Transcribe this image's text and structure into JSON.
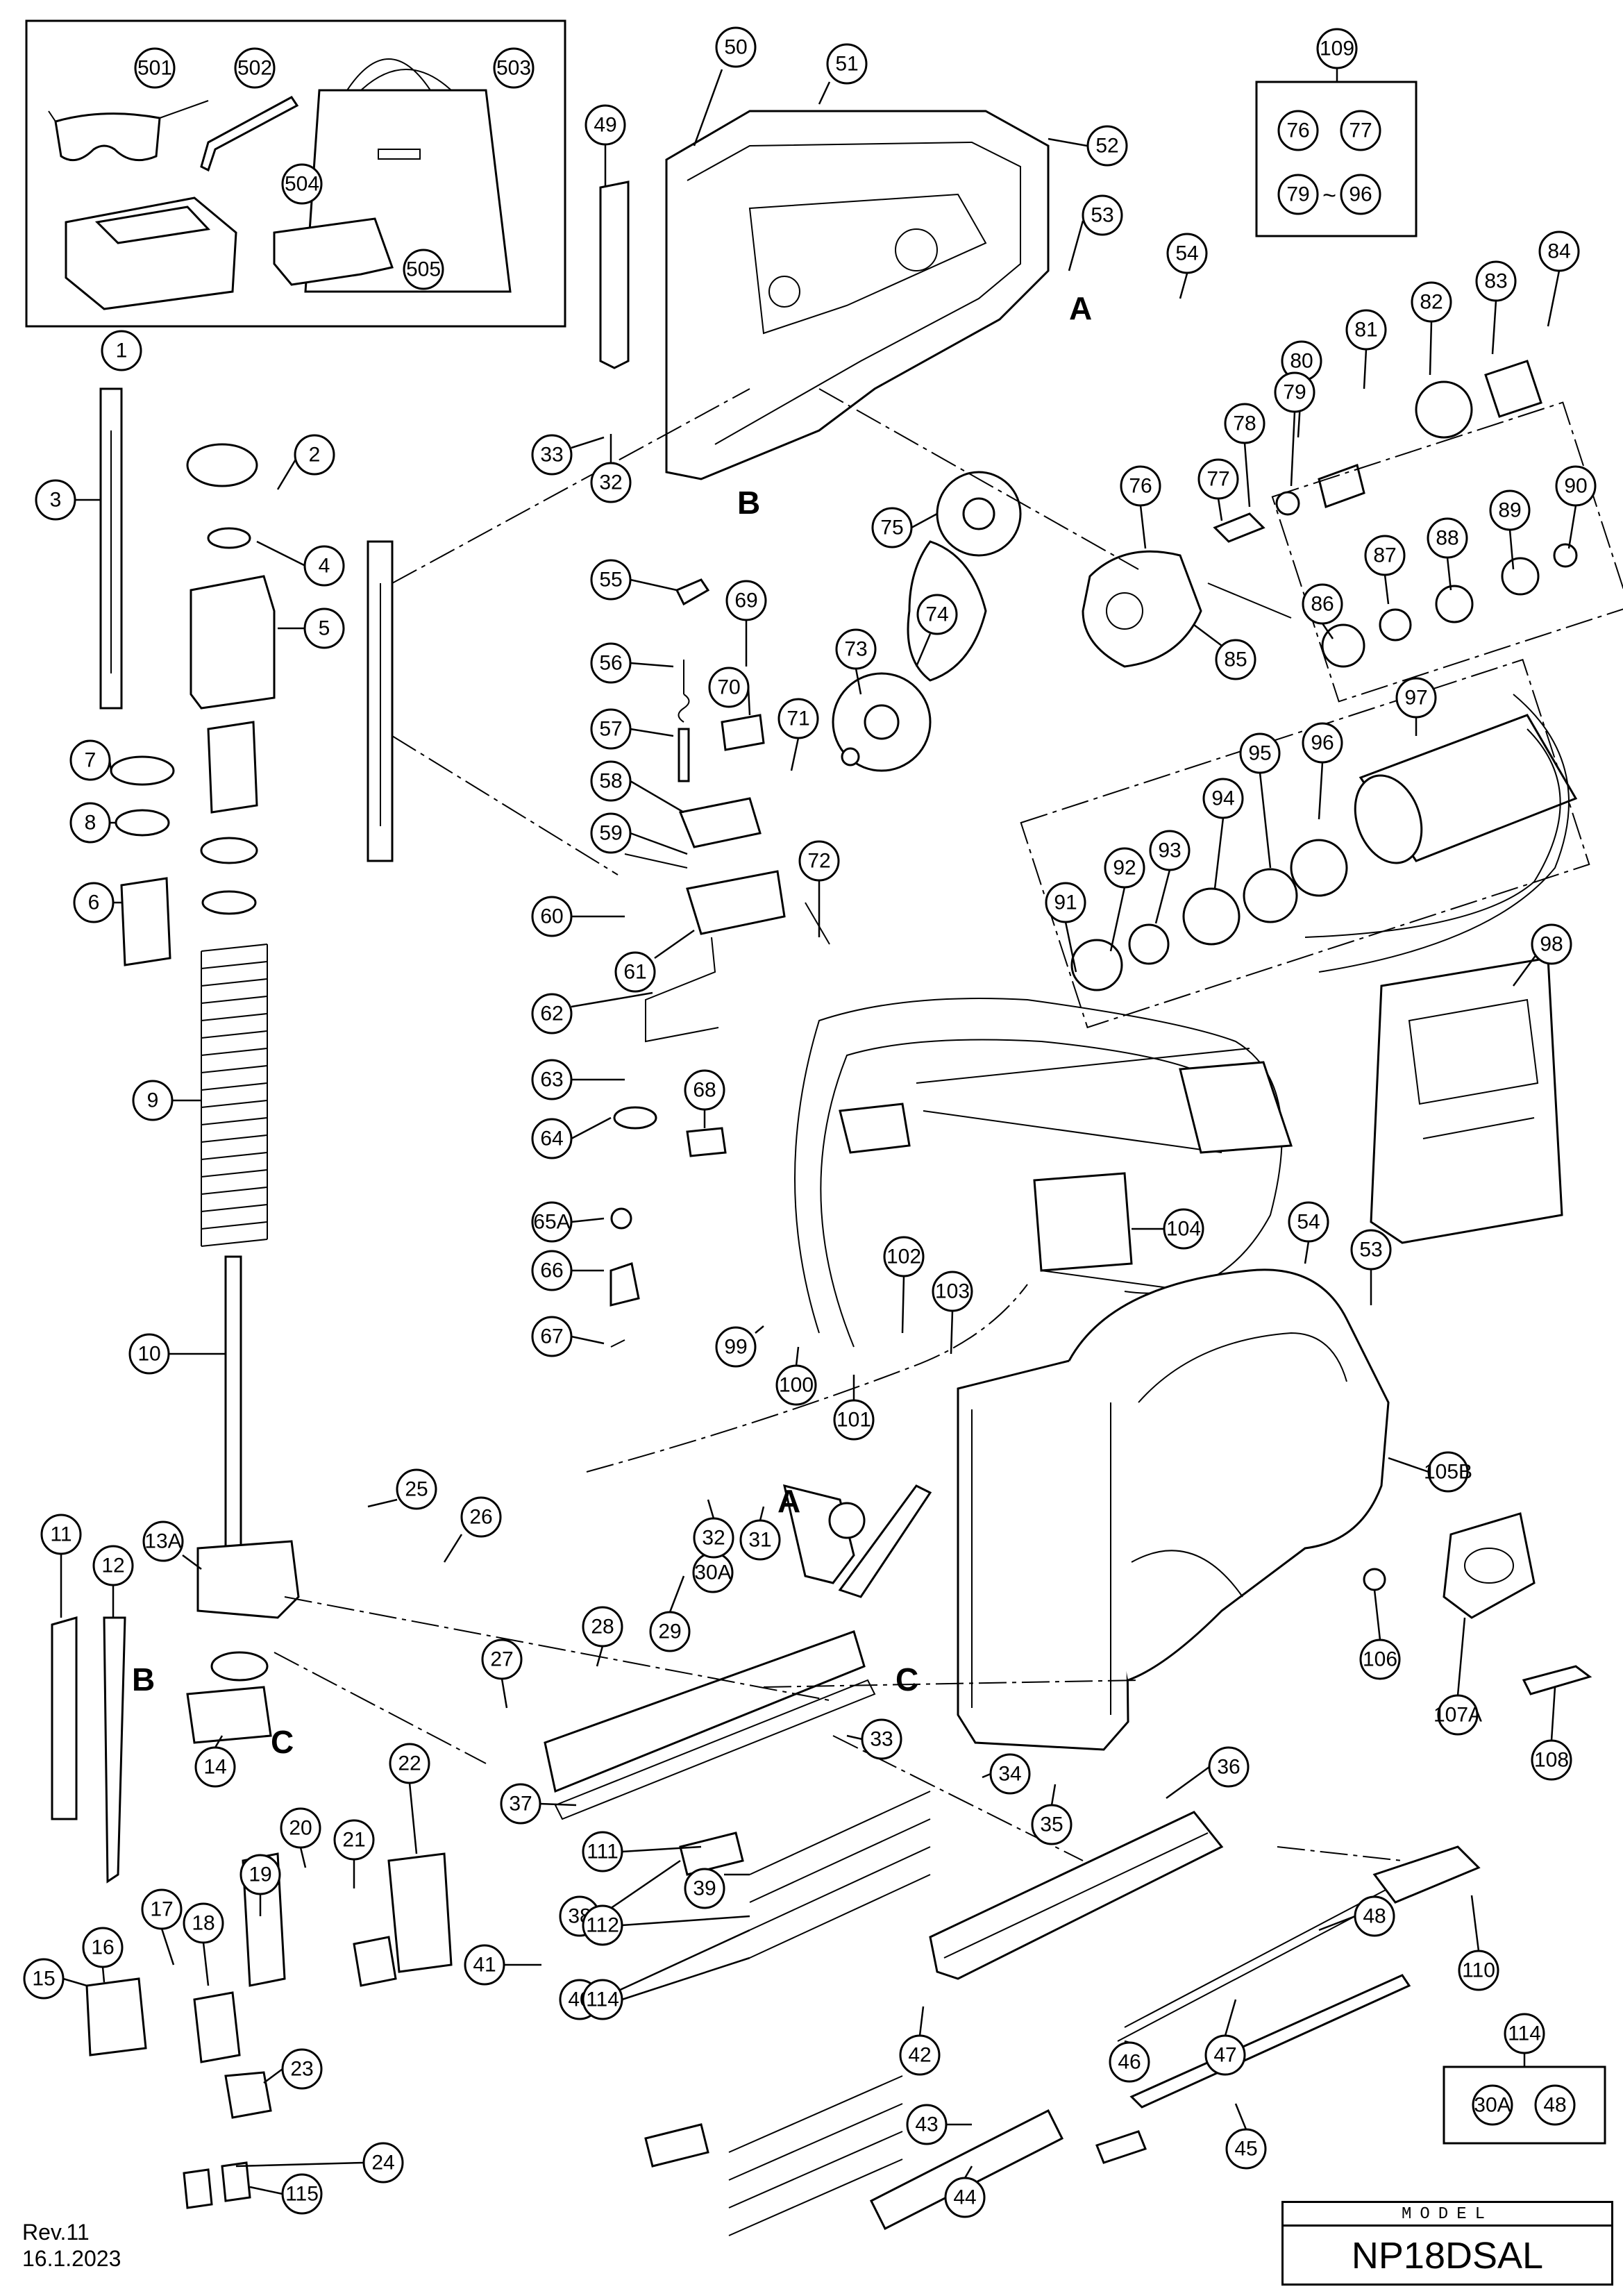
{
  "revision": {
    "rev": "Rev.11",
    "date": "16.1.2023"
  },
  "model": {
    "label": "MODEL",
    "name": "NP18DSAL"
  },
  "reference_letters": [
    "A",
    "B",
    "A",
    "B",
    "C",
    "C"
  ],
  "groups": {
    "group_109": {
      "number": "109",
      "members": [
        "76",
        "77",
        "79",
        "96"
      ],
      "range_symbol": "~"
    },
    "group_114": {
      "number": "114",
      "members": [
        "30A",
        "48"
      ]
    }
  },
  "callouts": [
    "501",
    "502",
    "503",
    "504",
    "505",
    "50",
    "51",
    "52",
    "53",
    "54",
    "49",
    "109",
    "1",
    "2",
    "3",
    "4",
    "5",
    "33",
    "32",
    "84",
    "83",
    "82",
    "81",
    "80",
    "79",
    "78",
    "77",
    "76",
    "90",
    "89",
    "88",
    "87",
    "86",
    "85",
    "75",
    "74",
    "73",
    "55",
    "69",
    "56",
    "70",
    "71",
    "57",
    "58",
    "59",
    "60",
    "61",
    "72",
    "62",
    "63",
    "64",
    "68",
    "65A",
    "66",
    "67",
    "6",
    "7",
    "8",
    "9",
    "10",
    "97",
    "96",
    "95",
    "94",
    "93",
    "92",
    "91",
    "98",
    "54",
    "53",
    "104",
    "102",
    "103",
    "99",
    "100",
    "101",
    "105B",
    "106",
    "107A",
    "108",
    "11",
    "12",
    "13A",
    "14",
    "15",
    "16",
    "17",
    "18",
    "19",
    "20",
    "21",
    "22",
    "23",
    "24",
    "115",
    "25",
    "26",
    "27",
    "28",
    "29",
    "30A",
    "31",
    "32",
    "33",
    "34",
    "35",
    "36",
    "37",
    "38",
    "39",
    "40",
    "41",
    "42",
    "43",
    "44",
    "45",
    "46",
    "47",
    "48",
    "110",
    "111",
    "112",
    "114"
  ]
}
